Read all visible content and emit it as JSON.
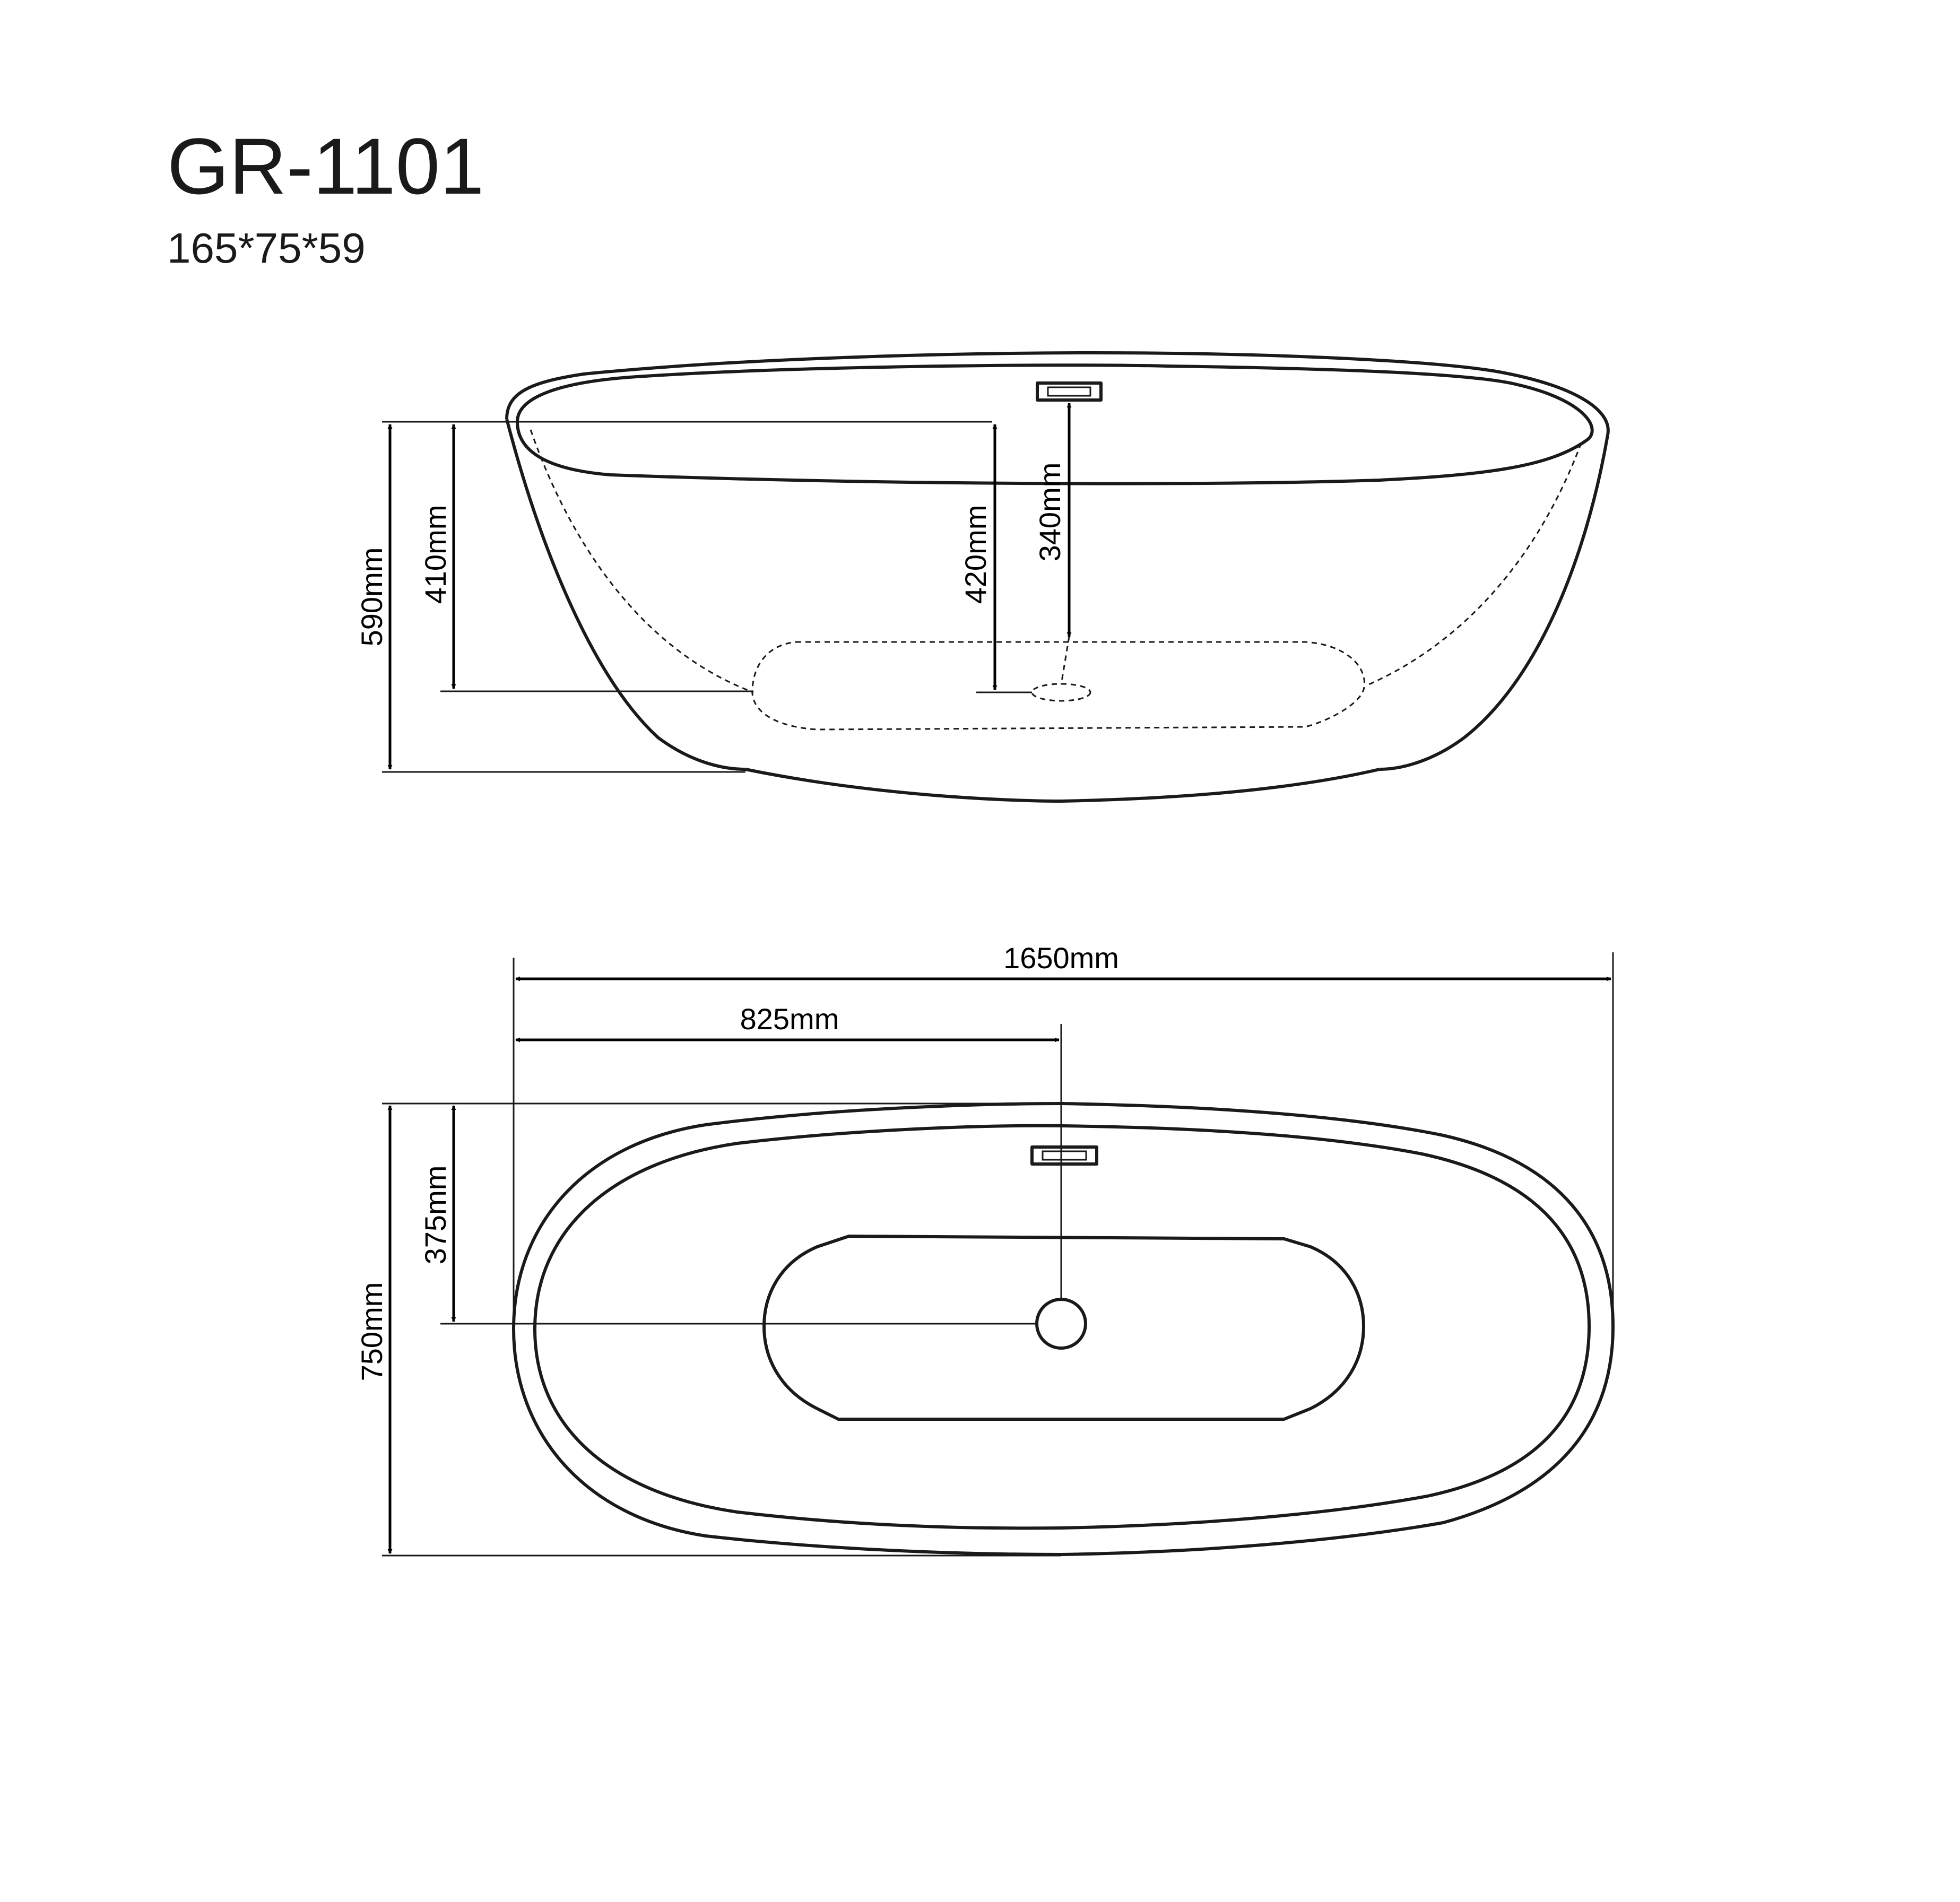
{
  "header": {
    "model": "GR-1101",
    "size": "165*75*59"
  },
  "side_view": {
    "dim_total_height": "590mm",
    "dim_floor_depth": "410mm",
    "dim_drain_depth": "420mm",
    "dim_overflow_to_drain": "340mm"
  },
  "top_view": {
    "dim_length": "1650mm",
    "dim_half_length": "825mm",
    "dim_width": "750mm",
    "dim_half_width": "375mm"
  },
  "colors": {
    "line": "#1a1a1a",
    "background": "#ffffff"
  }
}
